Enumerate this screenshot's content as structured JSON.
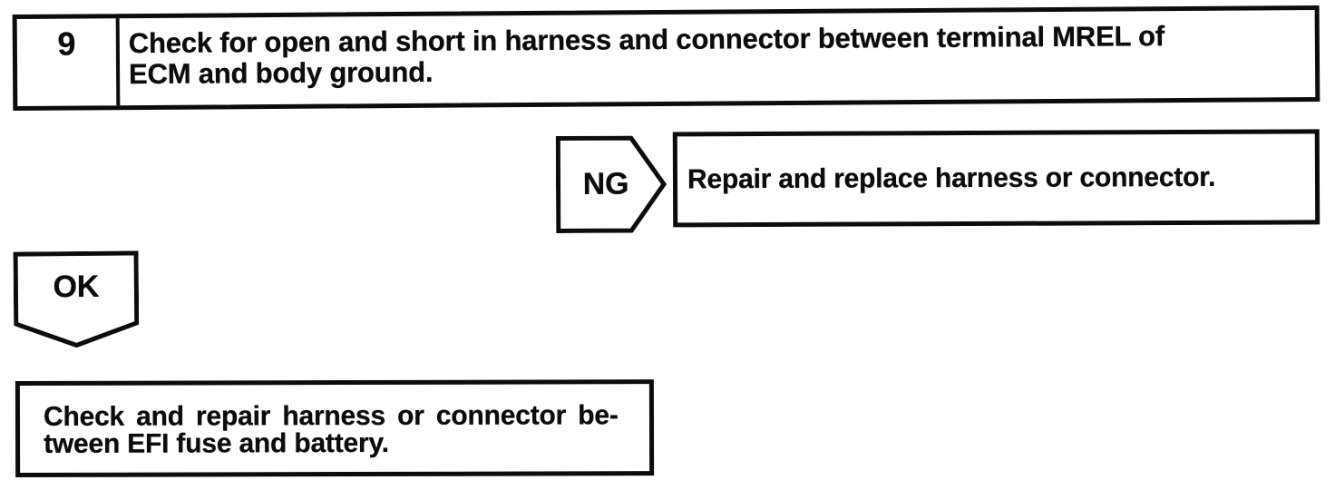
{
  "document": {
    "ink_color": "#0c0c0c",
    "paper_color": "#ffffff"
  },
  "step": {
    "number": "9",
    "title_line1": "Check for open and short in harness and connector between terminal MREL of",
    "title_line2": "ECM and body ground."
  },
  "ng_branch": {
    "label": "NG",
    "action": "Repair and replace harness or connector."
  },
  "ok_branch": {
    "label": "OK",
    "action_line1": "Check and repair harness or connector be-",
    "action_line2": "tween EFI fuse and battery."
  }
}
